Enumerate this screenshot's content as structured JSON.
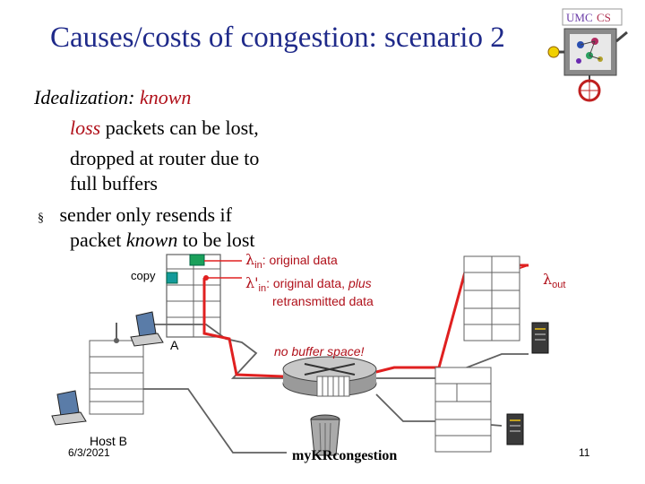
{
  "slide": {
    "title": "Causes/costs of congestion: scenario 2",
    "idealization_label": "Idealization:",
    "known_word": "known",
    "loss_word": "loss",
    "line1_rest": "packets can be lost,",
    "line2": "dropped at router due  to",
    "line3": "full buffers",
    "bullet_symbol": "§",
    "line4": "sender only resends if",
    "line5_pre": "packet",
    "line5_known": "known",
    "line5_post": "to be lost"
  },
  "diagram": {
    "copy_label": "copy",
    "lambda_in_symbol": "λ",
    "lambda_in_sub": "in",
    "lambda_in_desc": ": original data",
    "lambda_prime_symbol": "λ'",
    "lambda_prime_sub": "in",
    "lambda_prime_desc": ": original data, ",
    "lambda_prime_plus": "plus",
    "retransmitted": "retransmitted data",
    "lambda_out_symbol": "λ",
    "lambda_out_sub": "out",
    "router_a": "A",
    "no_buffer": "no buffer space!",
    "host_b": "Host B",
    "colors": {
      "path_red": "#e02020",
      "lines_gray": "#606060",
      "packet_green": "#1aa05a",
      "packet_teal": "#139a9a",
      "title_blue": "#1f2a8a",
      "text_red": "#b0101a"
    }
  },
  "footer": {
    "date": "6/3/2021",
    "center": "myKRcongestion",
    "page": "11"
  }
}
